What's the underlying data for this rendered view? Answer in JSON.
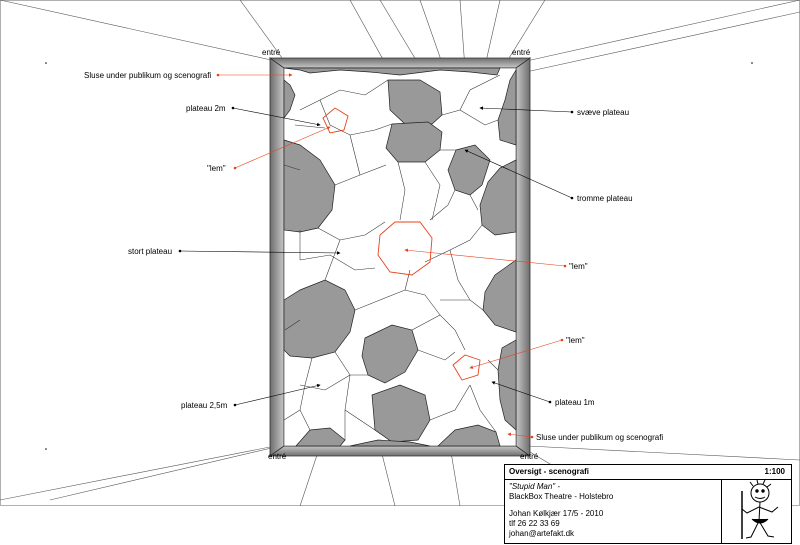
{
  "diagram": {
    "entrances": [
      "entré",
      "entré",
      "entré",
      "entré"
    ],
    "labels": {
      "sluse_top": "Sluse under publikum og scenografi",
      "plateau_2m": "plateau 2m",
      "lem_1": "\"lem\"",
      "stort_plateau": "stort plateau",
      "plateau_25m": "plateau 2,5m",
      "svaeve_plateau": "svæve plateau",
      "tromme_plateau": "tromme plateau",
      "lem_2": "\"lem\"",
      "lem_3": "\"lem\"",
      "plateau_1m": "plateau 1m",
      "sluse_bottom": "Sluse under publikum og scenografi"
    },
    "colors": {
      "plateau_fill": "#999999",
      "wall": "#8a8a8a",
      "accent": "#e8421e",
      "line": "#000000"
    }
  },
  "titleblock": {
    "title": "Oversigt - scenografi",
    "scale": "1:100",
    "production": "\"Stupid Man\" -",
    "venue": "BlackBox Theatre - Holstebro",
    "author_date": "Johan Kølkjær 17/5 - 2010",
    "phone": "tlf 26 22 33 69",
    "email": "johan@artefakt.dk",
    "logo_icon": "cartoon-figure-icon"
  }
}
